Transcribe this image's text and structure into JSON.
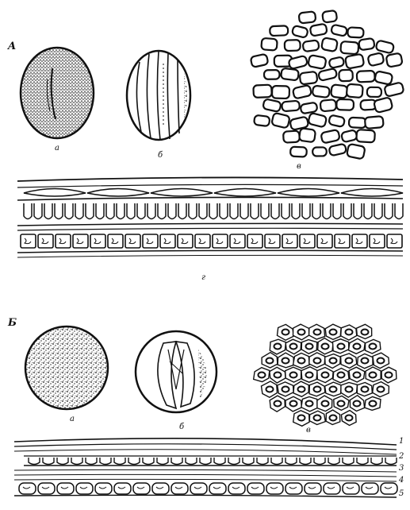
{
  "figure": {
    "panel_a": {
      "letter": "A",
      "subfigure_labels": [
        "а",
        "б",
        "в",
        "г"
      ]
    },
    "panel_b": {
      "letter": "Б",
      "subfigure_labels": [
        "а",
        "б",
        "в"
      ],
      "layer_numbers": [
        "1",
        "2",
        "3",
        "4",
        "5"
      ]
    }
  }
}
